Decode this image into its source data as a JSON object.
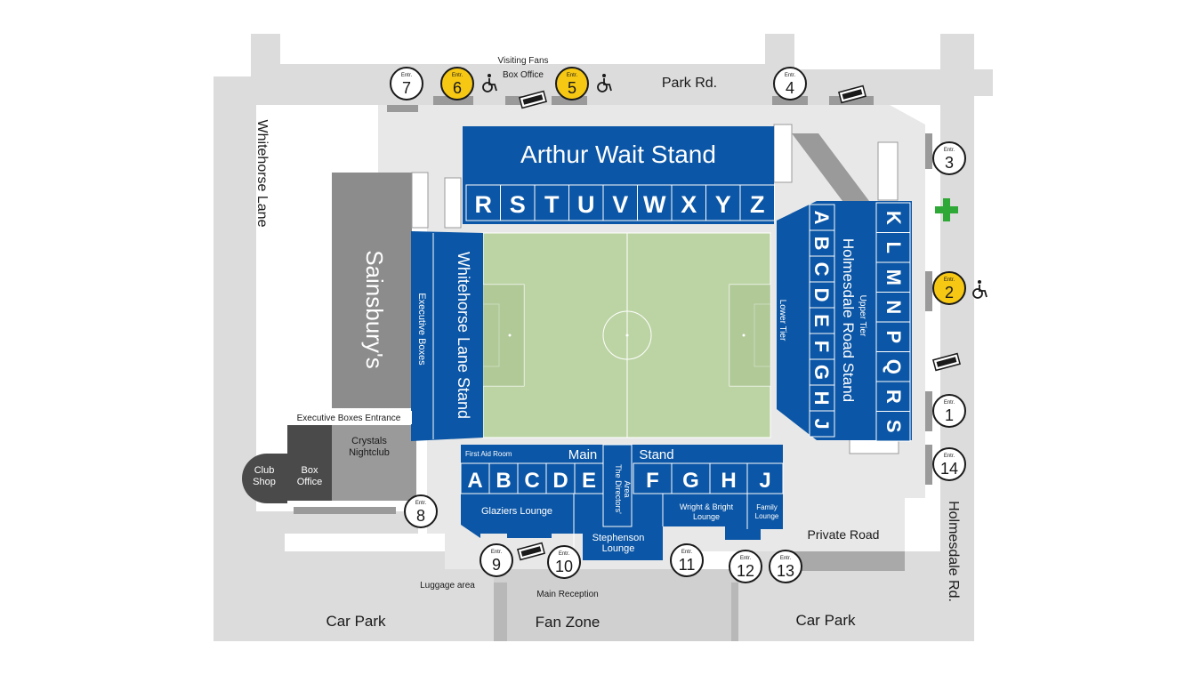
{
  "streets": {
    "park_road": "Park Rd.",
    "whitehorse_lane": "Whitehorse Lane",
    "holmesdale_road": "Holmesdale Rd.",
    "private_road": "Private Road"
  },
  "areas": {
    "sainsburys": "Sainsbury's",
    "car_park_left": "Car Park",
    "car_park_right": "Car Park",
    "fan_zone": "Fan Zone",
    "club_shop": [
      "Club",
      "Shop"
    ],
    "box_office": [
      "Box",
      "Office"
    ],
    "crystals_nightclub": [
      "Crystals",
      "Nightclub"
    ],
    "executive_boxes_entrance": "Executive Boxes Entrance",
    "visiting_fans_box_office": [
      "Visiting Fans",
      "Box Office"
    ],
    "luggage_area": "Luggage area",
    "main_reception": "Main Reception"
  },
  "stands": {
    "arthur_wait": {
      "name": "Arthur Wait Stand",
      "blocks": [
        "R",
        "S",
        "T",
        "U",
        "V",
        "W",
        "X",
        "Y",
        "Z"
      ]
    },
    "whitehorse_lane": {
      "name": "Whitehorse Lane Stand",
      "executive": "Executive Boxes"
    },
    "holmesdale": {
      "name": "Holmesdale Road Stand",
      "lower_tier_label": "Lower Tier",
      "upper_tier_label": "Upper Tier",
      "lower_blocks": [
        "A",
        "B",
        "C",
        "D",
        "E",
        "F",
        "G",
        "H",
        "J"
      ],
      "upper_blocks": [
        "K",
        "L",
        "M",
        "N",
        "P",
        "Q",
        "R",
        "S"
      ]
    },
    "main": {
      "name_part1": "Main",
      "name_part2": "Stand",
      "first_aid": "First Aid Room",
      "blocks_left": [
        "A",
        "B",
        "C",
        "D",
        "E"
      ],
      "blocks_right": [
        "F",
        "G",
        "H",
        "J"
      ],
      "directors_area": [
        "The Directors'",
        "Area"
      ],
      "glaziers_lounge": "Glaziers Lounge",
      "stephenson_lounge": [
        "Stephenson",
        "Lounge"
      ],
      "wright_bright_lounge": [
        "Wright & Bright",
        "Lounge"
      ],
      "family_lounge": [
        "Family",
        "Lounge"
      ]
    }
  },
  "entrances": {
    "prefix": "Entr.",
    "list": [
      {
        "number": "1",
        "highlight": false,
        "accessible": false
      },
      {
        "number": "2",
        "highlight": true,
        "accessible": true
      },
      {
        "number": "3",
        "highlight": false,
        "accessible": false
      },
      {
        "number": "4",
        "highlight": false,
        "accessible": false
      },
      {
        "number": "5",
        "highlight": true,
        "accessible": true
      },
      {
        "number": "6",
        "highlight": true,
        "accessible": true
      },
      {
        "number": "7",
        "highlight": false,
        "accessible": false
      },
      {
        "number": "8",
        "highlight": false,
        "accessible": false
      },
      {
        "number": "9",
        "highlight": false,
        "accessible": false
      },
      {
        "number": "10",
        "highlight": false,
        "accessible": false
      },
      {
        "number": "11",
        "highlight": false,
        "accessible": false
      },
      {
        "number": "12",
        "highlight": false,
        "accessible": false
      },
      {
        "number": "13",
        "highlight": false,
        "accessible": false
      },
      {
        "number": "14",
        "highlight": false,
        "accessible": false
      }
    ]
  },
  "colors": {
    "stand_blue": "#0b56a6",
    "pitch_green": "#bcd4a4",
    "road_grey": "#dcdcdc",
    "building_grey": "#8c8c8c",
    "dark_grey": "#4a4a4a",
    "entrance_yellow": "#f6c713",
    "first_aid_green": "#2ea836"
  },
  "icons": [
    "wheelchair-icon",
    "ticket-icon",
    "first-aid-cross-icon",
    "stairs-icon"
  ]
}
